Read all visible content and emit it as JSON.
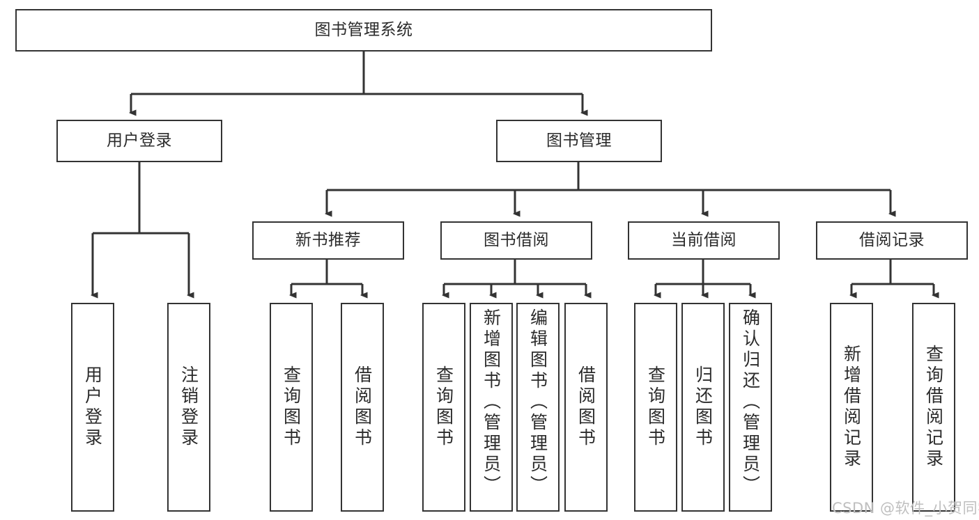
{
  "diagram": {
    "title": "图书管理系统",
    "type": "hierarchy-tree",
    "watermark": "CSDN @软件_小贺同学",
    "colors": {
      "stroke": "#333333",
      "box_fill": "#ffffff",
      "text": "#2b2b2b",
      "watermark": "#bfbfbf",
      "background": "#ffffff"
    },
    "levels": [
      {
        "level": 1,
        "nodes": [
          {
            "id": "root",
            "label": "图书管理系统",
            "orientation": "horizontal"
          }
        ]
      },
      {
        "level": 2,
        "nodes": [
          {
            "id": "login",
            "label": "用户登录",
            "orientation": "horizontal",
            "parent": "root"
          },
          {
            "id": "bookmgmt",
            "label": "图书管理",
            "orientation": "horizontal",
            "parent": "root"
          }
        ]
      },
      {
        "level": 3,
        "nodes": [
          {
            "id": "newbook",
            "label": "新书推荐",
            "orientation": "horizontal",
            "parent": "bookmgmt"
          },
          {
            "id": "borrow",
            "label": "图书借阅",
            "orientation": "horizontal",
            "parent": "bookmgmt"
          },
          {
            "id": "current",
            "label": "当前借阅",
            "orientation": "horizontal",
            "parent": "bookmgmt"
          },
          {
            "id": "records",
            "label": "借阅记录",
            "orientation": "horizontal",
            "parent": "bookmgmt"
          }
        ]
      },
      {
        "level": 4,
        "nodes": [
          {
            "id": "l1",
            "label": "用户登录",
            "orientation": "vertical",
            "parent": "login"
          },
          {
            "id": "l2",
            "label": "注销登录",
            "orientation": "vertical",
            "parent": "login"
          },
          {
            "id": "n1",
            "label": "查询图书",
            "orientation": "vertical",
            "parent": "newbook"
          },
          {
            "id": "n2",
            "label": "借阅图书",
            "orientation": "vertical",
            "parent": "newbook"
          },
          {
            "id": "b1",
            "label": "查询图书",
            "orientation": "vertical",
            "parent": "borrow"
          },
          {
            "id": "b2",
            "label": "新增图书（管理员）",
            "orientation": "vertical",
            "parent": "borrow"
          },
          {
            "id": "b3",
            "label": "编辑图书（管理员）",
            "orientation": "vertical",
            "parent": "borrow"
          },
          {
            "id": "b4",
            "label": "借阅图书",
            "orientation": "vertical",
            "parent": "borrow"
          },
          {
            "id": "c1",
            "label": "查询图书",
            "orientation": "vertical",
            "parent": "current"
          },
          {
            "id": "c2",
            "label": "归还图书",
            "orientation": "vertical",
            "parent": "current"
          },
          {
            "id": "c3",
            "label": "确认归还（管理员）",
            "orientation": "vertical",
            "parent": "current"
          },
          {
            "id": "r1",
            "label": "新增借阅记录",
            "orientation": "vertical",
            "parent": "records"
          },
          {
            "id": "r2",
            "label": "查询借阅记录",
            "orientation": "vertical",
            "parent": "records"
          }
        ]
      }
    ]
  }
}
